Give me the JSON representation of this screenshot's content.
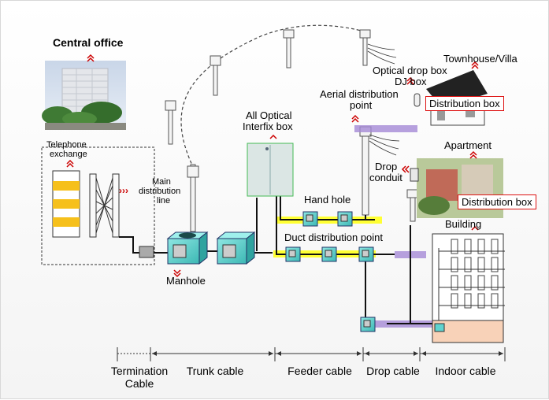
{
  "labels": {
    "central_office": "Central office",
    "telephone_exchange_1": "Telephone",
    "telephone_exchange_2": "exchange",
    "main_distribution_1": "Main",
    "main_distribution_2": "distribution",
    "main_distribution_3": "line",
    "manhole": "Manhole",
    "all_optical_1": "All Optical",
    "all_optical_2": "Interfix box",
    "hand_hole": "Hand hole",
    "duct_distribution_point": "Duct distribution point",
    "aerial_distribution_1": "Aerial distribution",
    "aerial_distribution_2": "point",
    "optical_drop_box": "Optical drop box",
    "dj_box": "DJ box",
    "townhouse_villa": "Townhouse/Villa",
    "distribution_box_top": "Distribution box",
    "apartment": "Apartment",
    "drop_conduit_1": "Drop",
    "drop_conduit_2": "conduit",
    "distribution_box_apartment": "Distribution box",
    "building": "Building"
  },
  "segments": {
    "termination_1": "Termination",
    "termination_2": "Cable",
    "trunk": "Trunk cable",
    "feeder": "Feeder cable",
    "drop": "Drop cable",
    "indoor": "Indoor cable"
  },
  "colors": {
    "cable": "#111111",
    "duct_yellow": "#ffff33",
    "connector_purple": "#a58ad6",
    "box_cyan": "#5fd3cf",
    "rack_yellow": "#f6c01b",
    "arrow_red": "#cc0000",
    "label_border": "#dd1111"
  }
}
